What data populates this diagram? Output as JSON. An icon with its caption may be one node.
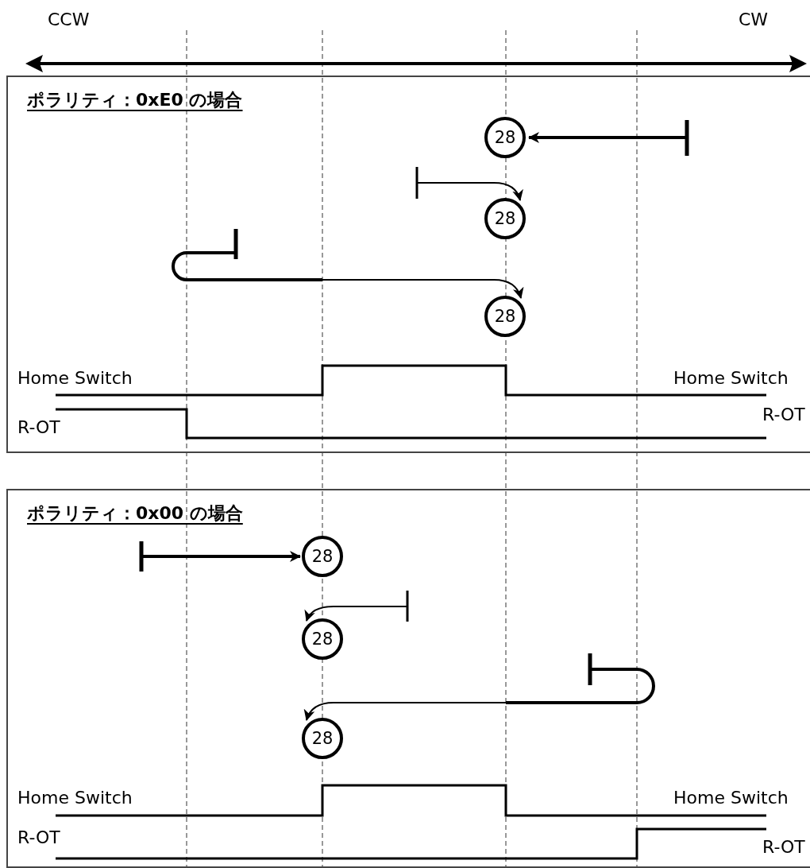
{
  "diagram": {
    "nodes": [
      {
        "text": [
          "ポラリティ：0xE0 の場合"
        ]
      },
      {
        "text": [
          "28"
        ],
        "in": 0
      },
      {
        "text": [
          "28"
        ],
        "in": 0
      },
      {
        "text": [
          "28"
        ],
        "in": 0
      },
      {
        "text": [
          "ポラリティ：0x00 の場合"
        ]
      },
      {
        "text": [
          "28"
        ],
        "in": 4
      },
      {
        "text": [
          "28"
        ],
        "in": 4
      },
      {
        "text": [
          "28"
        ],
        "in": 4
      }
    ],
    "edges": [
      {
        "from": null,
        "to": 1,
        "arrow": "to",
        "style": "thick"
      },
      {
        "from": null,
        "to": 2,
        "arrow": "to"
      },
      {
        "from": null,
        "to": 3,
        "arrow": "to"
      },
      {
        "from": null,
        "to": 5,
        "arrow": "to",
        "style": "thick"
      },
      {
        "from": null,
        "to": 6,
        "arrow": "to"
      },
      {
        "from": null,
        "to": 7,
        "arrow": "to"
      }
    ],
    "labels": [
      "CCW",
      "CW",
      "Home Switch",
      "Home Switch",
      "R-OT",
      "R-OT",
      "Home Switch",
      "Home Switch",
      "R-OT",
      "R-OT"
    ]
  }
}
